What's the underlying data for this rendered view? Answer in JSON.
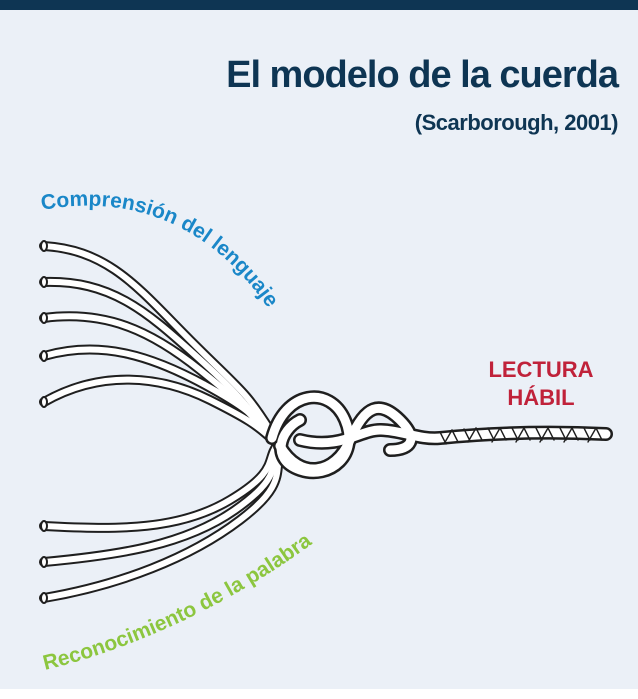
{
  "title": "El modelo de la cuerda",
  "subtitle": "(Scarborough, 2001)",
  "strands": {
    "upper_label": "Comprensión del lenguaje",
    "lower_label": "Reconocimiento de la palabra"
  },
  "outcome": {
    "line1": "LECTURA",
    "line2": "HÁBIL"
  },
  "colors": {
    "header_bar": "#0e3553",
    "title": "#0e3553",
    "upper_label": "#1a87c8",
    "lower_label": "#8cc63f",
    "outcome": "#c0223a",
    "background": "#ebf0f7"
  }
}
